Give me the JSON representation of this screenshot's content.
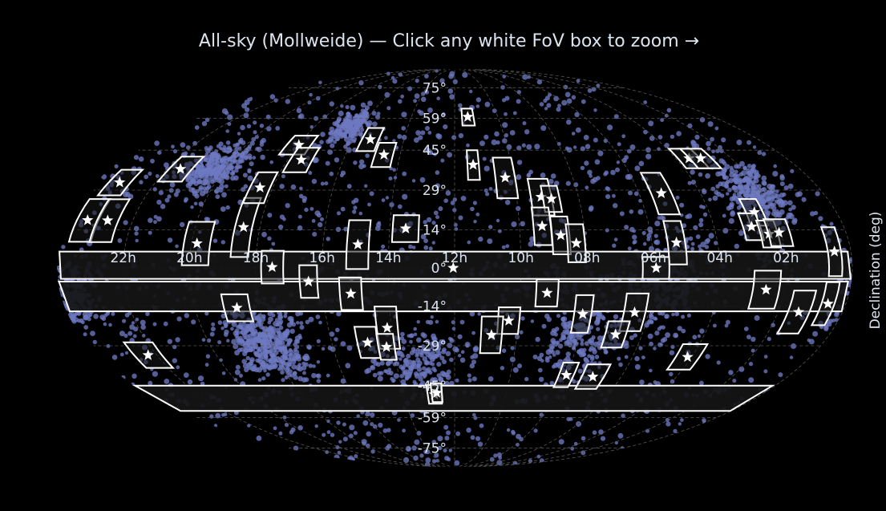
{
  "chart_data": {
    "type": "scatter",
    "projection": "Mollweide",
    "title": "All-sky (Mollweide) — Click any white FoV box to zoom →",
    "ylabel": "Declination (deg)",
    "xlabel": "",
    "ra_tick_labels": [
      "22h",
      "20h",
      "18h",
      "16h",
      "14h",
      "12h",
      "10h",
      "08h",
      "06h",
      "04h",
      "02h"
    ],
    "ra_tick_hours": [
      22,
      20,
      18,
      16,
      14,
      12,
      10,
      8,
      6,
      4,
      2
    ],
    "dec_tick_labels": [
      "75°",
      "59°",
      "45°",
      "29°",
      "14°",
      "0°",
      "-14°",
      "-29°",
      "-45°",
      "-59°",
      "-75°"
    ],
    "dec_tick_values": [
      75,
      59,
      45,
      29,
      14,
      0,
      -14,
      -29,
      -45,
      -59,
      -75
    ],
    "grid": true,
    "ra_axis_direction": "increasing-left",
    "colors": {
      "background": "#000000",
      "points": "#6d78c0",
      "fov_box": "#ffffff",
      "fov_fill": "#151515",
      "star": "#ffffff",
      "text": "#dce4f0",
      "grid": "#555555"
    },
    "series": [
      {
        "role": "fov-boxes",
        "points": [
          {
            "ra": 347.9,
            "dec": 32.0,
            "w": 11,
            "h": 10
          },
          {
            "ra": 351.1,
            "dec": 17.6,
            "w": 10,
            "h": 16
          },
          {
            "ra": 341.7,
            "dec": 17.5,
            "w": 10,
            "h": 16
          },
          {
            "ra": 323.0,
            "dec": 37.3,
            "w": 12,
            "h": 10
          },
          {
            "ra": 297.5,
            "dec": 9.0,
            "w": 12,
            "h": 16
          },
          {
            "ra": 277.6,
            "dec": 15.0,
            "w": 8,
            "h": 22
          },
          {
            "ra": 276.3,
            "dec": 30.0,
            "w": 10,
            "h": 12
          },
          {
            "ra": 269.7,
            "dec": 47.2,
            "w": 14,
            "h": 8
          },
          {
            "ra": 262.7,
            "dec": 41.0,
            "w": 12,
            "h": 10
          },
          {
            "ra": 262.6,
            "dec": 0.3,
            "w": 10,
            "h": 12
          },
          {
            "ra": 230.0,
            "dec": 49.6,
            "w": 10,
            "h": 10
          },
          {
            "ra": 218.9,
            "dec": 43.1,
            "w": 10,
            "h": 10
          },
          {
            "ra": 224.1,
            "dec": 8.6,
            "w": 10,
            "h": 18
          },
          {
            "ra": 202.6,
            "dec": 14.5,
            "w": 12,
            "h": 10
          },
          {
            "ra": 170.2,
            "dec": 39.0,
            "w": 6,
            "h": 12
          },
          {
            "ra": 170.9,
            "dec": 59.7,
            "w": 8,
            "h": 8
          },
          {
            "ra": 154.3,
            "dec": 33.9,
            "w": 10,
            "h": 16
          },
          {
            "ra": 138.1,
            "dec": 26.4,
            "w": 10,
            "h": 14
          },
          {
            "ra": 133.3,
            "dec": 25.7,
            "w": 8,
            "h": 10
          },
          {
            "ra": 139.5,
            "dec": 15.4,
            "w": 8,
            "h": 14
          },
          {
            "ra": 131.3,
            "dec": 12.0,
            "w": 8,
            "h": 14
          },
          {
            "ra": 124.5,
            "dec": 9.1,
            "w": 8,
            "h": 14
          },
          {
            "ra": 79.1,
            "dec": 27.8,
            "w": 10,
            "h": 16
          },
          {
            "ra": 78.8,
            "dec": 9.3,
            "w": 8,
            "h": 16
          },
          {
            "ra": 52.9,
            "dec": 41.6,
            "w": 12,
            "h": 8
          },
          {
            "ra": 38.7,
            "dec": 20.6,
            "w": 8,
            "h": 10
          },
          {
            "ra": 42.6,
            "dec": 15.2,
            "w": 8,
            "h": 10
          },
          {
            "ra": 35.5,
            "dec": 12.5,
            "w": 8,
            "h": 10
          },
          {
            "ra": 30.8,
            "dec": 13.0,
            "w": 10,
            "h": 10
          },
          {
            "ra": 7.5,
            "dec": 6.0,
            "w": 6,
            "h": 18
          },
          {
            "ra": 88.8,
            "dec": 0.0,
            "w": 12,
            "h": 8
          },
          {
            "ra": 246.3,
            "dec": -5.0,
            "w": 8,
            "h": 12
          },
          {
            "ra": 227.4,
            "dec": -9.5,
            "w": 10,
            "h": 12
          },
          {
            "ra": 280.6,
            "dec": -14.7,
            "w": 12,
            "h": 10
          },
          {
            "ra": 212.0,
            "dec": -22.2,
            "w": 10,
            "h": 16
          },
          {
            "ra": 222.5,
            "dec": -27.8,
            "w": 10,
            "h": 12
          },
          {
            "ra": 213.6,
            "dec": -29.5,
            "w": 8,
            "h": 10
          },
          {
            "ra": 154.6,
            "dec": -19.5,
            "w": 10,
            "h": 10
          },
          {
            "ra": 162.3,
            "dec": -24.9,
            "w": 10,
            "h": 14
          },
          {
            "ra": 137.8,
            "dec": -9.2,
            "w": 10,
            "h": 10
          },
          {
            "ra": 120.4,
            "dec": -17.0,
            "w": 8,
            "h": 14
          },
          {
            "ra": 96.4,
            "dec": -16.4,
            "w": 10,
            "h": 14
          },
          {
            "ra": 102.7,
            "dec": -24.7,
            "w": 10,
            "h": 10
          },
          {
            "ra": 38.2,
            "dec": -8.0,
            "w": 12,
            "h": 14
          },
          {
            "ra": 20.3,
            "dec": -16.3,
            "w": 10,
            "h": 16
          },
          {
            "ra": 8.2,
            "dec": -13.2,
            "w": 6,
            "h": 16
          },
          {
            "ra": 334.4,
            "dec": -32.7,
            "w": 14,
            "h": 10
          },
          {
            "ra": 120.0,
            "dec": -40.6,
            "w": 8,
            "h": 10
          },
          {
            "ra": 105.3,
            "dec": -41.3,
            "w": 12,
            "h": 10
          },
          {
            "ra": 62.1,
            "dec": -33.4,
            "w": 12,
            "h": 10
          },
          {
            "ra": 46.6,
            "dec": 41.6,
            "w": 12,
            "h": 8
          },
          {
            "ra": 191.8,
            "dec": -48.7,
            "w": 8,
            "h": 8
          },
          {
            "ra": 190.4,
            "dec": -48.0,
            "w": 6,
            "h": 8
          }
        ]
      },
      {
        "role": "declination-strips",
        "points": [
          {
            "dec_from": -4,
            "dec_to": 6
          },
          {
            "dec_from": -16,
            "dec_to": -5
          },
          {
            "dec_from": -56,
            "dec_to": -45
          }
        ]
      }
    ]
  }
}
